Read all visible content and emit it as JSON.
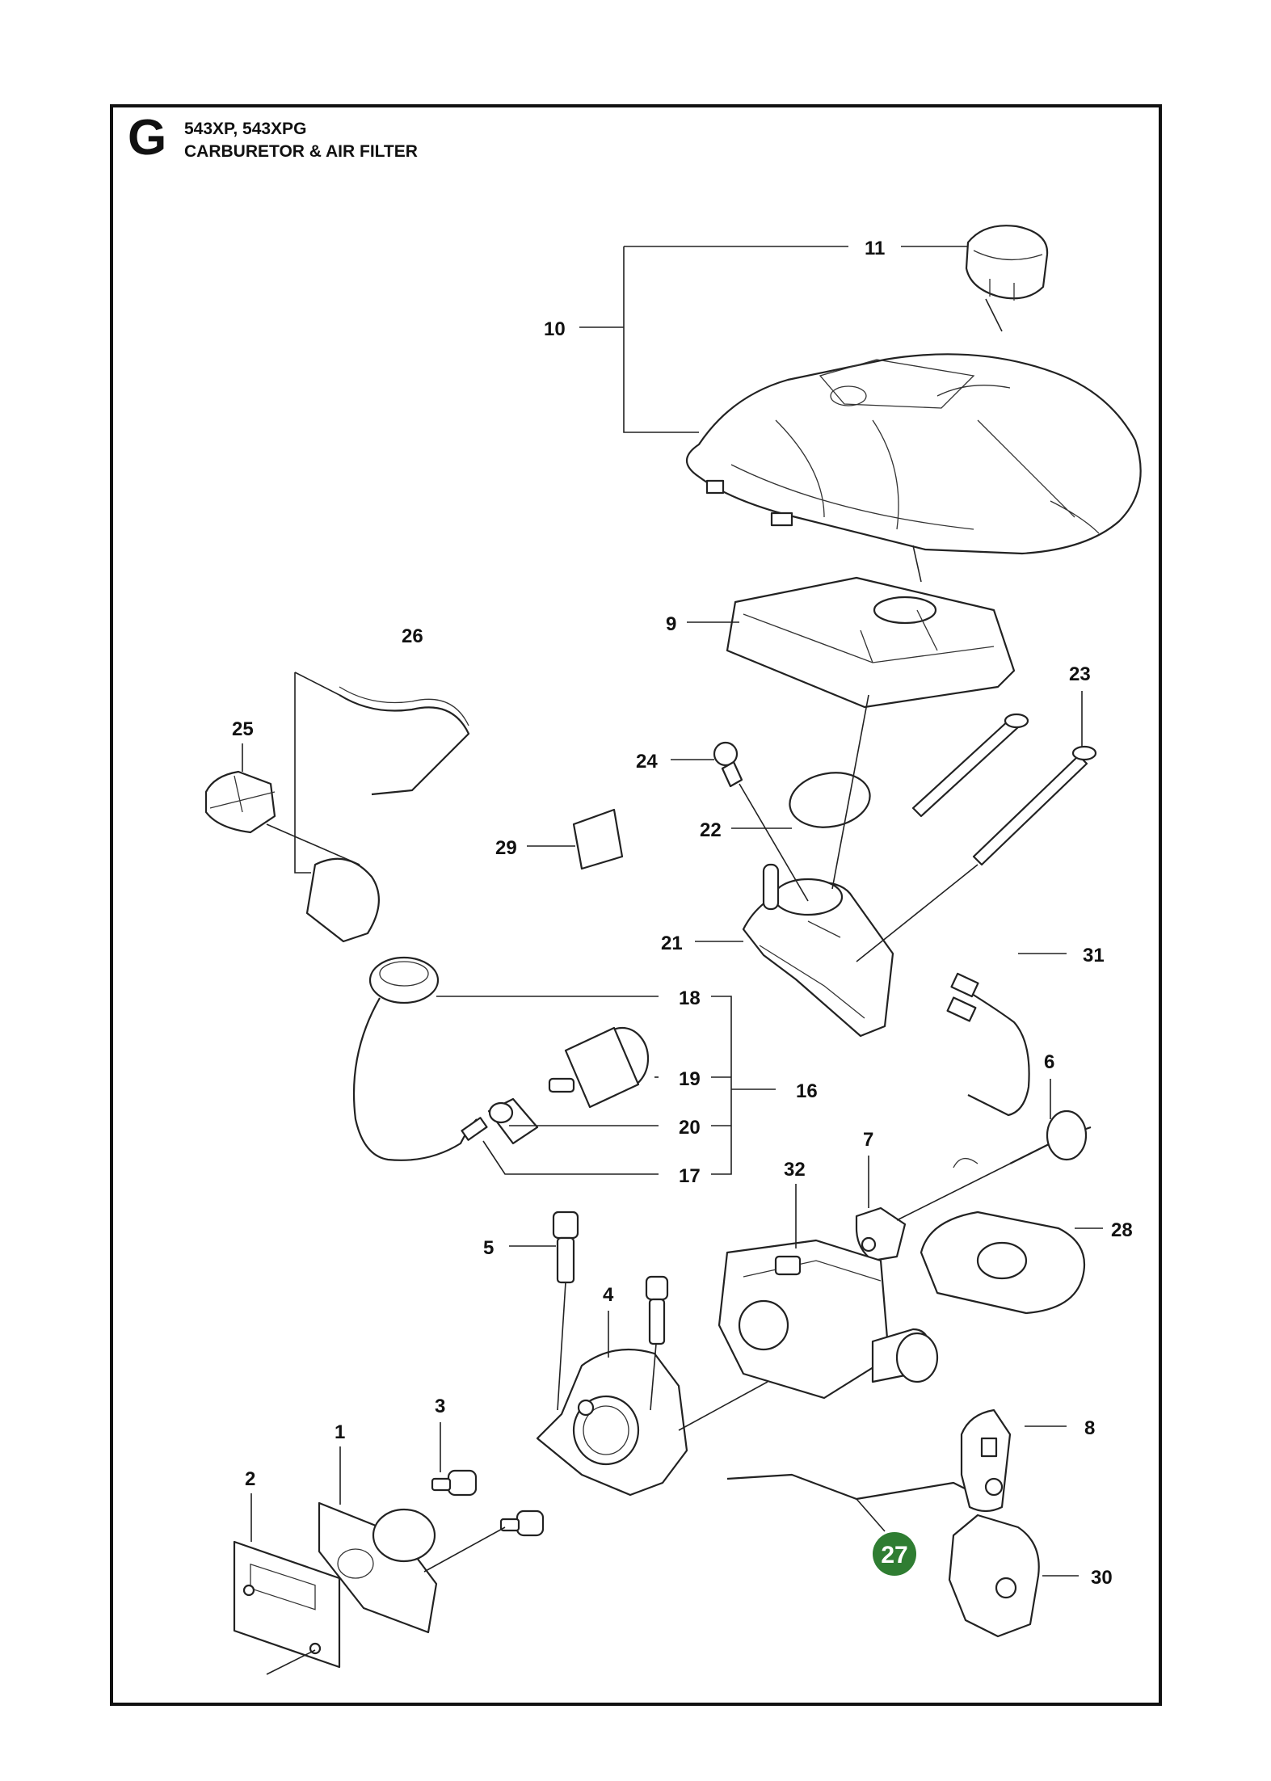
{
  "header": {
    "section_letter": "G",
    "models": "543XP, 543XPG",
    "title": "CARBURETOR & AIR FILTER"
  },
  "parts": {
    "p1": "1",
    "p2": "2",
    "p3": "3",
    "p4": "4",
    "p5": "5",
    "p6": "6",
    "p7": "7",
    "p8": "8",
    "p9": "9",
    "p10": "10",
    "p11": "11",
    "p16": "16",
    "p17": "17",
    "p18": "18",
    "p19": "19",
    "p20": "20",
    "p21": "21",
    "p22": "22",
    "p23": "23",
    "p24": "24",
    "p25": "25",
    "p26": "26",
    "p27": "27",
    "p28": "28",
    "p29": "29",
    "p30": "30",
    "p31": "31",
    "p32": "32"
  },
  "highlighted_part": "27",
  "colors": {
    "highlight": "#2f7d32",
    "line": "#222222"
  }
}
